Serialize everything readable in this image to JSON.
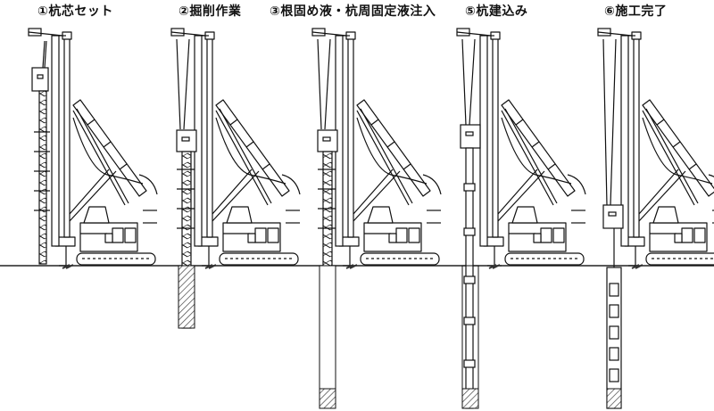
{
  "steps": [
    {
      "id": "1",
      "title": "①杭芯セット"
    },
    {
      "id": "2",
      "title": "②掘削作業"
    },
    {
      "id": "3",
      "title": "③根固め液・杭周固定液注入"
    },
    {
      "id": "5",
      "title": "⑤杭建込み"
    },
    {
      "id": "6",
      "title": "⑥施工完了"
    }
  ],
  "colors": {
    "line": "#111111",
    "ground": "#333333",
    "hatch": "#555555",
    "fill": "#ffffff"
  }
}
